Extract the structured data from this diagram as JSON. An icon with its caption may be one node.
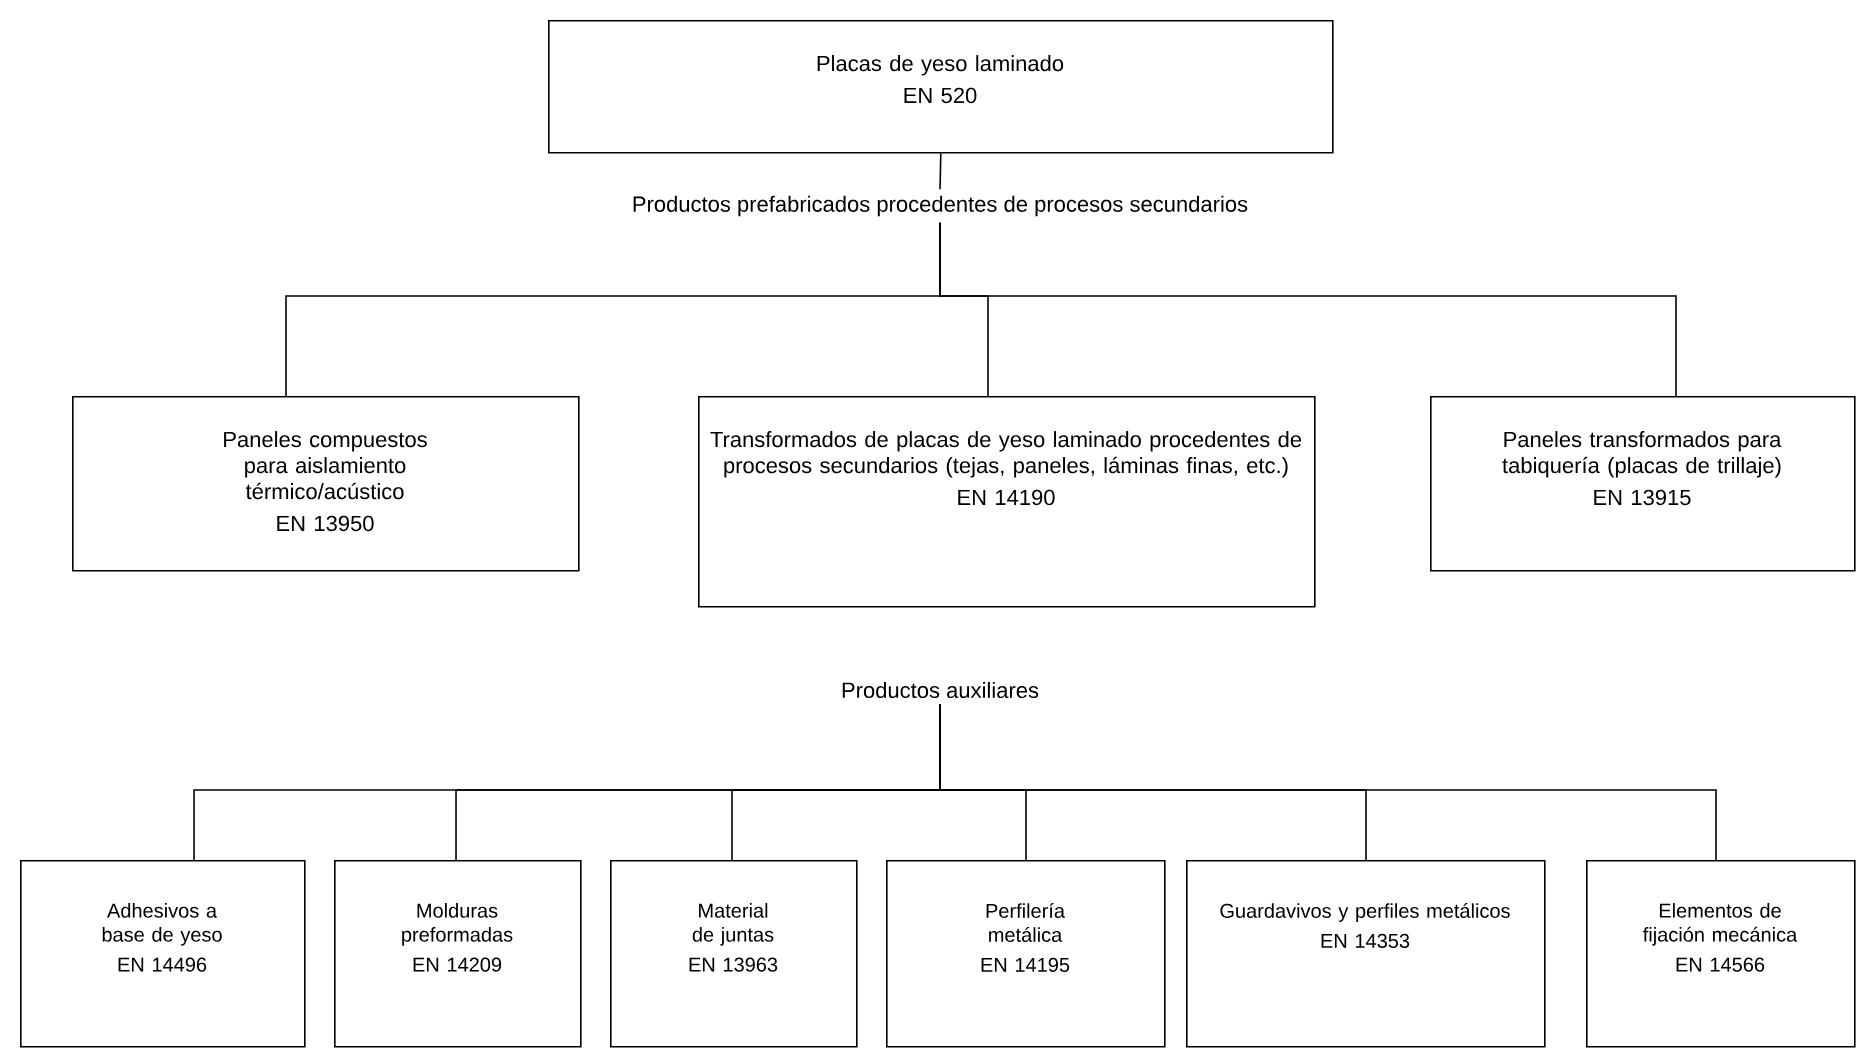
{
  "diagram": {
    "nodes": [
      {
        "text": [
          "Placas de yeso laminado",
          "EN 520"
        ]
      },
      {
        "text": [
          "Productos prefabricados procedentes de procesos secundarios"
        ]
      },
      {
        "text": [
          "Paneles compuestos para aislamiento térmico/acústico",
          "EN 13950"
        ]
      },
      {
        "text": [
          "Transformados de placas de yeso laminado procedentes de procesos secundarios (tejas, paneles, láminas finas, etc.)",
          "EN 14190"
        ]
      },
      {
        "text": [
          "Paneles transformados para tabiquería (placas de trillaje)",
          "EN 13915"
        ]
      },
      {
        "text": [
          "Productos auxiliares"
        ]
      },
      {
        "text": [
          "Adhesivos a base de yeso",
          "EN 14496"
        ]
      },
      {
        "text": [
          "Molduras preformadas",
          "EN 14209"
        ]
      },
      {
        "text": [
          "Material de juntas",
          "EN 13963"
        ]
      },
      {
        "text": [
          "Perfilería metálica",
          "EN 14195"
        ]
      },
      {
        "text": [
          "Guardavivos y perfiles metálicos",
          "EN 14353"
        ]
      },
      {
        "text": [
          "Elementos de fijación mecánica",
          "EN 14566"
        ]
      }
    ],
    "edges": [
      {
        "from": 0,
        "to": 1,
        "arrow": "none"
      },
      {
        "from": 1,
        "to": 2,
        "arrow": "none"
      },
      {
        "from": 1,
        "to": 3,
        "arrow": "none"
      },
      {
        "from": 1,
        "to": 4,
        "arrow": "none"
      },
      {
        "from": 5,
        "to": 6,
        "arrow": "none"
      },
      {
        "from": 5,
        "to": 7,
        "arrow": "none"
      },
      {
        "from": 5,
        "to": 8,
        "arrow": "none"
      },
      {
        "from": 5,
        "to": 9,
        "arrow": "none"
      },
      {
        "from": 5,
        "to": 10,
        "arrow": "none"
      },
      {
        "from": 5,
        "to": 11,
        "arrow": "none"
      }
    ]
  }
}
